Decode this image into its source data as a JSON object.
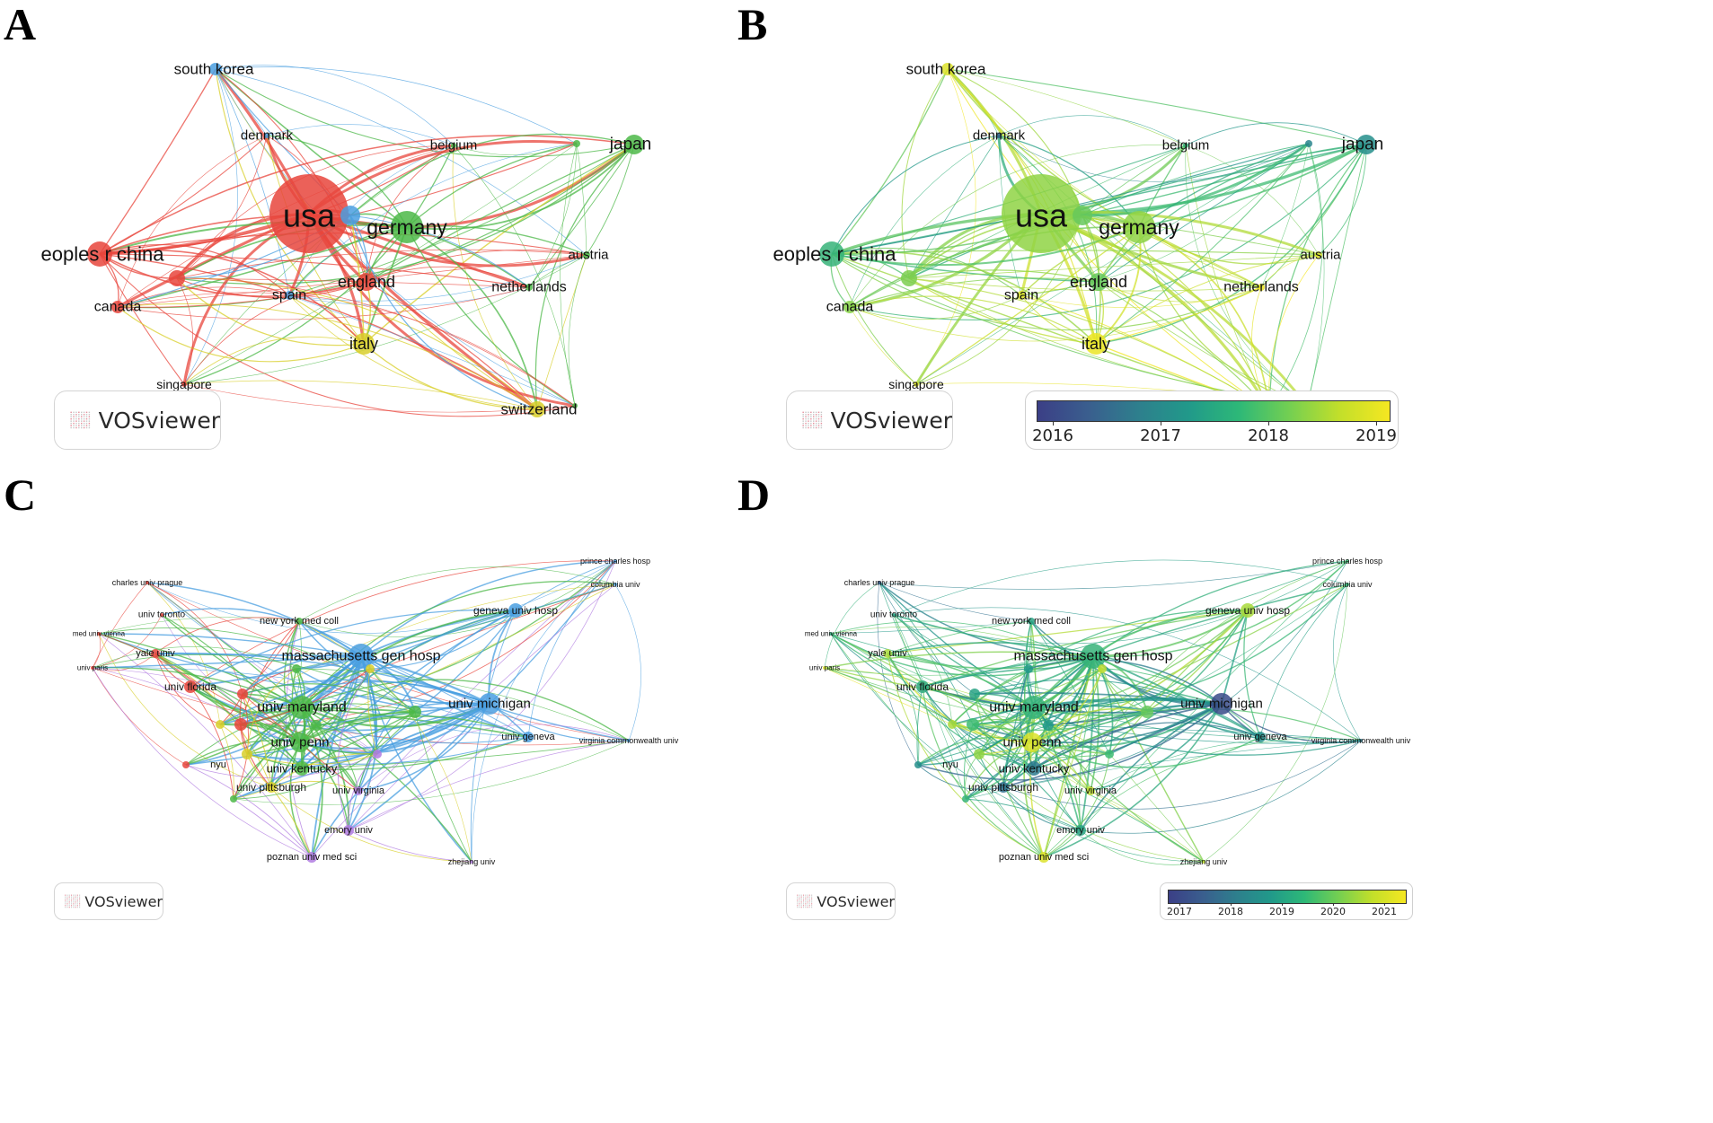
{
  "panels": {
    "a": {
      "letter": "A"
    },
    "b": {
      "letter": "B"
    },
    "c": {
      "letter": "C"
    },
    "d": {
      "letter": "D"
    }
  },
  "watermark": {
    "text": "VOSviewer"
  },
  "country_labels": [
    "south korea",
    "denmark",
    "belgium",
    "japan",
    "usa",
    "germany",
    "eoples r china",
    "austria",
    "england",
    "netherlands",
    "spain",
    "canada",
    "italy",
    "singapore",
    "switzerland"
  ],
  "institution_labels": [
    "prince charles hosp",
    "charles univ prague",
    "columbia univ",
    "univ toronto",
    "new york med coll",
    "geneva univ hosp",
    "med univ vienna",
    "yale univ",
    "massachusetts gen hosp",
    "univ paris",
    "univ florida",
    "univ maryland",
    "univ michigan",
    "univ geneva",
    "virginia commonwealth univ",
    "univ penn",
    "nyu",
    "univ kentucky",
    "univ pittsburgh",
    "univ virginia",
    "emory univ",
    "poznan univ med sci",
    "zhejiang univ"
  ],
  "colorbar_b": {
    "ticks": [
      "2016",
      "2017",
      "2018",
      "2019"
    ]
  },
  "colorbar_d": {
    "ticks": [
      "2017",
      "2018",
      "2019",
      "2020",
      "2021"
    ]
  },
  "colors": {
    "red": "#e8453c",
    "green": "#4cb848",
    "blue": "#4a9fe0",
    "yellow": "#d8cf2a",
    "purple": "#b07be0",
    "viridis_low": "#3b3f86",
    "viridis_mid": "#21998a",
    "viridis_high": "#f5e721"
  }
}
